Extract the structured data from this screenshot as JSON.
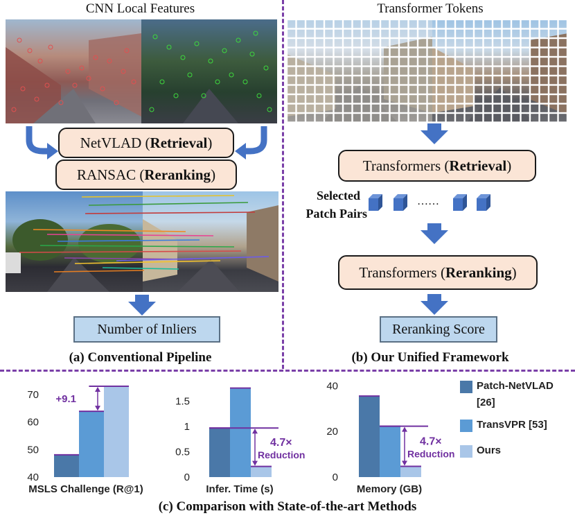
{
  "left_panel": {
    "title": "CNN Local Features",
    "box_retrieval": {
      "prefix": "NetVLAD (",
      "bold": "Retrieval",
      "suffix": ")"
    },
    "box_reranking": {
      "prefix": "RANSAC (",
      "bold": "Reranking",
      "suffix": ")"
    },
    "inliers_label": "Number  of  Inliers",
    "caption": "(a) Conventional Pipeline"
  },
  "right_panel": {
    "title": "Transformer Tokens",
    "box_retrieval": {
      "prefix": "Transformers (",
      "bold": "Retrieval",
      "suffix": ")"
    },
    "selected_label_1": "Selected",
    "selected_label_2": "Patch Pairs",
    "dots": "……",
    "box_reranking": {
      "prefix": "Transformers (",
      "bold": "Reranking",
      "suffix": ")"
    },
    "score_label": "Reranking Score",
    "caption": "(b) Our Unified Framework"
  },
  "colors": {
    "patch_netvlad": "#4a78a8",
    "transvpr": "#5b9bd5",
    "ours": "#a9c6e8",
    "annotation": "#7030a0",
    "arrow": "#4472c4",
    "box_fill": "#fbe5d6",
    "label_fill": "#bdd7ee"
  },
  "chart_data": [
    {
      "type": "bar",
      "xlabel": "MSLS Challenge (R@1)",
      "ylim": [
        40,
        74
      ],
      "yticks": [
        40,
        50,
        60,
        70
      ],
      "categories": [
        "Patch-NetVLAD [26]",
        "TransVPR [53]",
        "Ours"
      ],
      "values": [
        48.1,
        63.9,
        73.0
      ],
      "annotation": "+9.1"
    },
    {
      "type": "bar",
      "xlabel": "Infer. Time (s)",
      "ylim": [
        0,
        1.85
      ],
      "yticks": [
        0,
        0.5,
        1,
        1.5
      ],
      "ytick_labels": [
        "0",
        "0.5",
        "1",
        "1.5"
      ],
      "categories": [
        "Patch-NetVLAD [26]",
        "TransVPR [53]",
        "Ours"
      ],
      "values": [
        0.97,
        1.76,
        0.21
      ],
      "annotation_1": "4.7×",
      "annotation_2": "Reduction"
    },
    {
      "type": "bar",
      "xlabel": "Memory (GB)",
      "ylim": [
        0,
        41
      ],
      "yticks": [
        0,
        20,
        40
      ],
      "categories": [
        "Patch-NetVLAD [26]",
        "TransVPR [53]",
        "Ours"
      ],
      "values": [
        35.5,
        22.3,
        4.7
      ],
      "annotation_1": "4.7×",
      "annotation_2": "Reduction"
    }
  ],
  "legend": [
    {
      "line1": "Patch-NetVLAD",
      "line2": "[26]"
    },
    {
      "line1": "TransVPR [53]",
      "line2": ""
    },
    {
      "line1": "Ours",
      "line2": ""
    }
  ],
  "bottom_caption": "(c) Comparison with State-of-the-art Methods"
}
